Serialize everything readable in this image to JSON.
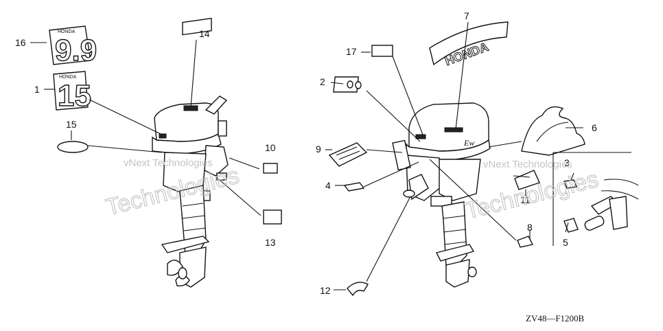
{
  "diagram": {
    "callouts": {
      "c1": "1",
      "c2": "2",
      "c3": "3",
      "c4": "4",
      "c5": "5",
      "c6": "6",
      "c7": "7",
      "c8": "8",
      "c9": "9",
      "c10": "10",
      "c11": "11",
      "c12": "12",
      "c13": "13",
      "c14": "14",
      "c15": "15",
      "c16": "16",
      "c17": "17"
    },
    "labels": {
      "brand": "HONDA",
      "model_99": "9.9",
      "model_15": "15"
    },
    "watermark": {
      "line1": "vNext Technologies",
      "line2": "Technologies"
    },
    "diagram_code": "ZV48—F1200B"
  }
}
